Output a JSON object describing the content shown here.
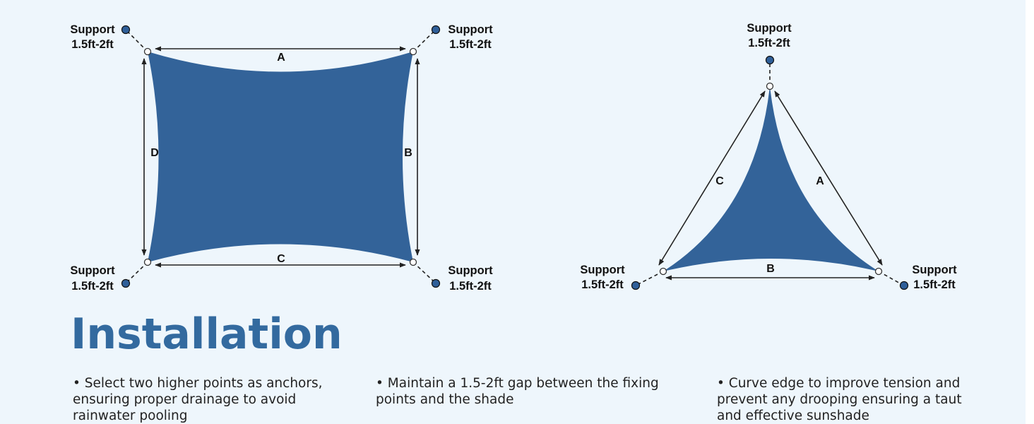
{
  "colors": {
    "background": "#eef6fc",
    "sail": "#336399",
    "heading": "#336a9f",
    "anchor": "#2f5f99"
  },
  "rectangle_sail": {
    "edge_labels": [
      "A",
      "B",
      "C",
      "D"
    ],
    "supports": [
      {
        "name": "Support",
        "length": "1.5ft-2ft"
      },
      {
        "name": "Support",
        "length": "1.5ft-2ft"
      },
      {
        "name": "Support",
        "length": "1.5ft-2ft"
      },
      {
        "name": "Support",
        "length": "1.5ft-2ft"
      }
    ]
  },
  "triangle_sail": {
    "edge_labels": [
      "A",
      "B",
      "C"
    ],
    "supports": [
      {
        "name": "Support",
        "length": "1.5ft-2ft"
      },
      {
        "name": "Support",
        "length": "1.5ft-2ft"
      },
      {
        "name": "Support",
        "length": "1.5ft-2ft"
      }
    ]
  },
  "heading": "Installation",
  "tips": [
    [
      "• Select two higher points as anchors,",
      "ensuring proper drainage to avoid",
      "rainwater pooling"
    ],
    [
      "• Maintain a 1.5-2ft gap between the fixing",
      "points and the shade"
    ],
    [
      "• Curve edge to improve tension and",
      "prevent any drooping ensuring a taut",
      "and effective sunshade"
    ]
  ]
}
